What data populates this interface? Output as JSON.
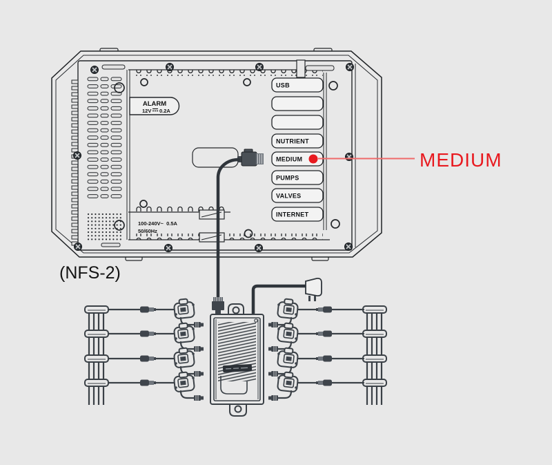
{
  "colors": {
    "background": "#e8e8e8",
    "controller_line": "#24272a",
    "diagram_line": "#3a4046",
    "accent_red": "#e8191f",
    "callout_line_red": "#ef6a6a"
  },
  "controller": {
    "model_label": "(NFS-2)",
    "alarm_port": {
      "title": "ALARM",
      "rating_voltage": "12V",
      "rating_current": "0.2A",
      "rating_symbol": "dc-symbol"
    },
    "power_rating": {
      "line1": "100-240V~  0.5A",
      "line2": "50/60Hz"
    },
    "ports": {
      "usb": {
        "label": "USB"
      },
      "blank_top": {
        "label": ""
      },
      "blank_bottom": {
        "label": ""
      },
      "nutrient": {
        "label": "NUTRIENT"
      },
      "medium": {
        "label": "MEDIUM"
      },
      "pumps": {
        "label": "PUMPS"
      },
      "valves": {
        "label": "VALVES"
      },
      "internet": {
        "label": "INTERNET"
      }
    }
  },
  "callout": {
    "label": "MEDIUM",
    "target_port": "MEDIUM"
  }
}
